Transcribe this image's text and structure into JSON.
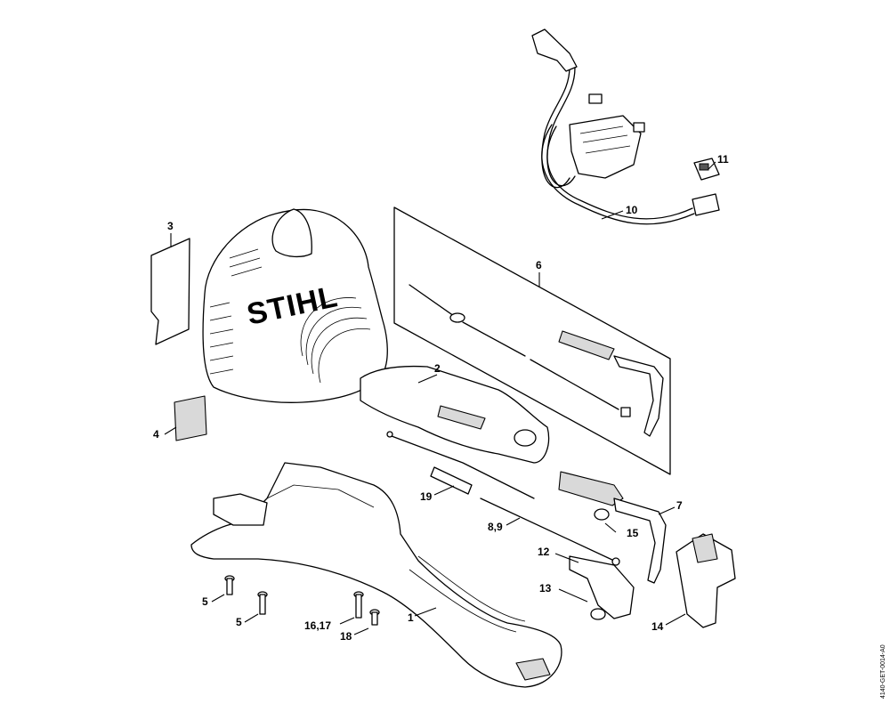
{
  "brand_text": "STIHL",
  "drawing_code": "4140-GET-0014-A0",
  "callouts": {
    "c1": "1",
    "c2": "2",
    "c3": "3",
    "c4": "4",
    "c5a": "5",
    "c5b": "5",
    "c6": "6",
    "c7": "7",
    "c89": "8,9",
    "c10": "10",
    "c11": "11",
    "c12": "12",
    "c13": "13",
    "c14": "14",
    "c15": "15",
    "c1617": "16,17",
    "c18": "18",
    "c19": "19"
  }
}
